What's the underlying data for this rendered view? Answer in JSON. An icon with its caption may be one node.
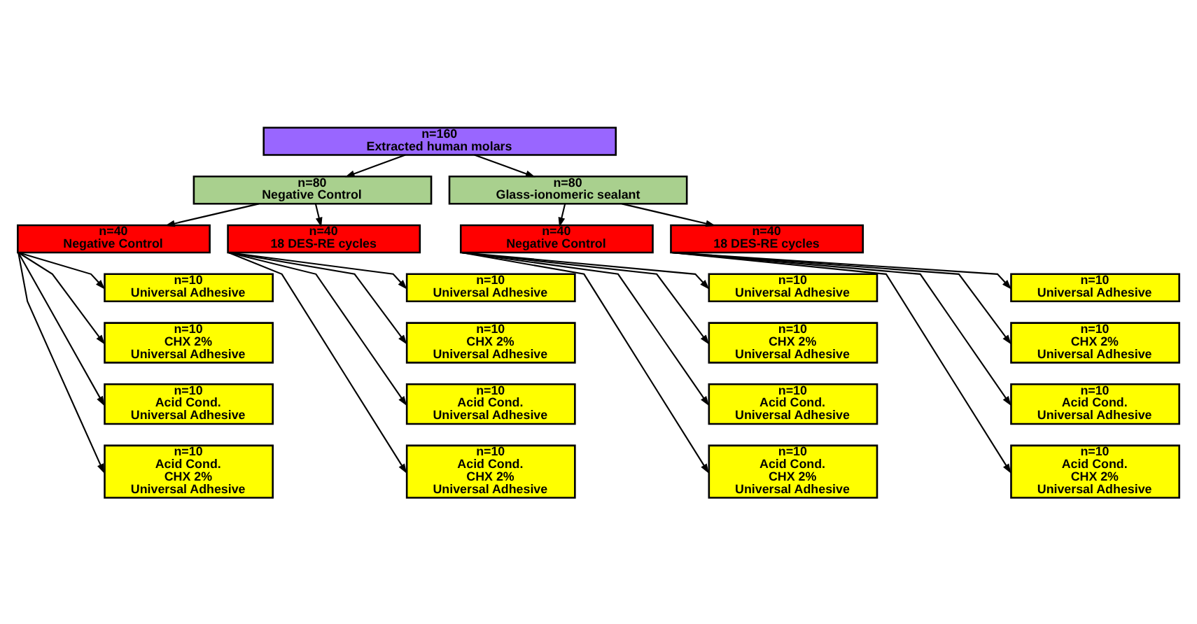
{
  "diagram": {
    "nodes": [
      {
        "text": [
          "n=160",
          "Extracted human molars"
        ]
      },
      {
        "text": [
          "n=80",
          "Negative Control"
        ]
      },
      {
        "text": [
          "n=80",
          "Glass-ionomeric sealant"
        ]
      },
      {
        "text": [
          "n=40",
          "Negative Control"
        ]
      },
      {
        "text": [
          "n=40",
          "18 DES-RE cycles"
        ]
      },
      {
        "text": [
          "n=40",
          "Negative Control"
        ]
      },
      {
        "text": [
          "n=40",
          "18 DES-RE cycles"
        ]
      },
      {
        "text": [
          "n=10",
          "Universal Adhesive"
        ]
      },
      {
        "text": [
          "n=10",
          "CHX 2%",
          "Universal Adhesive"
        ]
      },
      {
        "text": [
          "n=10",
          "Acid Cond.",
          "Universal Adhesive"
        ]
      },
      {
        "text": [
          "n=10",
          "Acid Cond.",
          "CHX 2%",
          "Universal Adhesive"
        ]
      },
      {
        "text": [
          "n=10",
          "Universal Adhesive"
        ]
      },
      {
        "text": [
          "n=10",
          "CHX 2%",
          "Universal Adhesive"
        ]
      },
      {
        "text": [
          "n=10",
          "Acid Cond.",
          "Universal Adhesive"
        ]
      },
      {
        "text": [
          "n=10",
          "Acid Cond.",
          "CHX 2%",
          "Universal Adhesive"
        ]
      },
      {
        "text": [
          "n=10",
          "Universal Adhesive"
        ]
      },
      {
        "text": [
          "n=10",
          "CHX 2%",
          "Universal Adhesive"
        ]
      },
      {
        "text": [
          "n=10",
          "Acid Cond.",
          "Universal Adhesive"
        ]
      },
      {
        "text": [
          "n=10",
          "Acid Cond.",
          "CHX 2%",
          "Universal Adhesive"
        ]
      },
      {
        "text": [
          "n=10",
          "Universal Adhesive"
        ]
      },
      {
        "text": [
          "n=10",
          "CHX 2%",
          "Universal Adhesive"
        ]
      },
      {
        "text": [
          "n=10",
          "Acid Cond.",
          "Universal Adhesive"
        ]
      },
      {
        "text": [
          "n=10",
          "Acid Cond.",
          "CHX 2%",
          "Universal Adhesive"
        ]
      }
    ],
    "edges": [
      {
        "from": 0,
        "to": 1,
        "arrow": "to"
      },
      {
        "from": 0,
        "to": 2,
        "arrow": "to"
      },
      {
        "from": 1,
        "to": 3,
        "arrow": "to"
      },
      {
        "from": 1,
        "to": 4,
        "arrow": "to"
      },
      {
        "from": 2,
        "to": 5,
        "arrow": "to"
      },
      {
        "from": 2,
        "to": 6,
        "arrow": "to"
      },
      {
        "from": 3,
        "to": 10,
        "arrow": "to"
      },
      {
        "from": 3,
        "to": 9,
        "arrow": "to"
      },
      {
        "from": 3,
        "to": 8,
        "arrow": "to"
      },
      {
        "from": 3,
        "to": 7,
        "arrow": "to"
      },
      {
        "from": 4,
        "to": 14,
        "arrow": "to"
      },
      {
        "from": 4,
        "to": 13,
        "arrow": "to"
      },
      {
        "from": 4,
        "to": 12,
        "arrow": "to"
      },
      {
        "from": 4,
        "to": 11,
        "arrow": "to"
      },
      {
        "from": 5,
        "to": 18,
        "arrow": "to"
      },
      {
        "from": 5,
        "to": 17,
        "arrow": "to"
      },
      {
        "from": 5,
        "to": 16,
        "arrow": "to"
      },
      {
        "from": 5,
        "to": 15,
        "arrow": "to"
      },
      {
        "from": 6,
        "to": 22,
        "arrow": "to"
      },
      {
        "from": 6,
        "to": 21,
        "arrow": "to"
      },
      {
        "from": 6,
        "to": 20,
        "arrow": "to"
      },
      {
        "from": 6,
        "to": 19,
        "arrow": "to"
      }
    ]
  }
}
